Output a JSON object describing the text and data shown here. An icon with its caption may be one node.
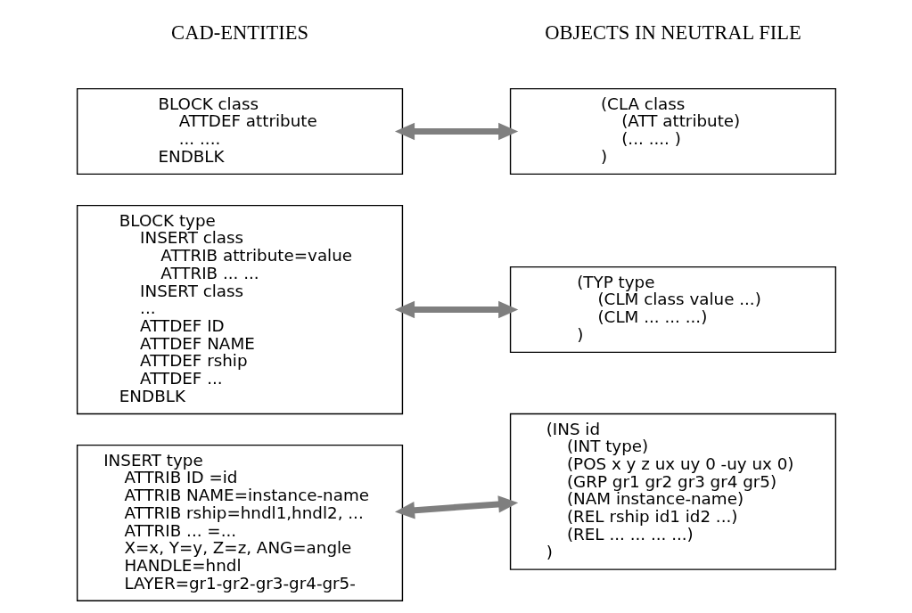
{
  "diagram": {
    "nodes": [
      {
        "text": [
          "BLOCK class",
          "ATTDEF attribute",
          "... ....",
          "ENDBLK"
        ]
      },
      {
        "text": [
          "(CLA class",
          "(ATT attribute)",
          "(... .... )",
          ")"
        ]
      },
      {
        "text": [
          "BLOCK type",
          "INSERT class",
          "ATTRIB attribute=value",
          "ATTRIB ... ...",
          "INSERT class",
          "...",
          "ATTDEF ID",
          "ATTDEF NAME",
          "ATTDEF rship",
          "ATTDEF ...",
          "ENDBLK"
        ]
      },
      {
        "text": [
          "(TYP type",
          "(CLM class value ...)",
          "(CLM ... ... ...)",
          ")"
        ]
      },
      {
        "text": [
          "INSERT type",
          "ATTRIB ID =id",
          "ATTRIB NAME=instance-name",
          "ATTRIB rship=hndl1,hndl2, ...",
          "ATTRIB ... =...",
          "X=x, Y=y, Z=z, ANG=angle",
          "HANDLE=hndl",
          "LAYER=gr1-gr2-gr3-gr4-gr5-"
        ]
      },
      {
        "text": [
          "(INS id",
          "(INT type)",
          "(POS x y z ux uy 0 -uy ux 0)",
          "(GRP gr1 gr2 gr3 gr4 gr5)",
          "(NAM instance-name)",
          "(REL rship id1 id2 ...)",
          "(REL ... ... ... ...)",
          ")"
        ]
      }
    ],
    "edges": [
      {
        "from": 0,
        "to": 1,
        "arrow": "both"
      },
      {
        "from": 2,
        "to": 3,
        "arrow": "both"
      },
      {
        "from": 4,
        "to": 5,
        "arrow": "both"
      }
    ],
    "labels": [
      "CAD-ENTITIES",
      "OBJECTS IN NEUTRAL FILE"
    ]
  }
}
